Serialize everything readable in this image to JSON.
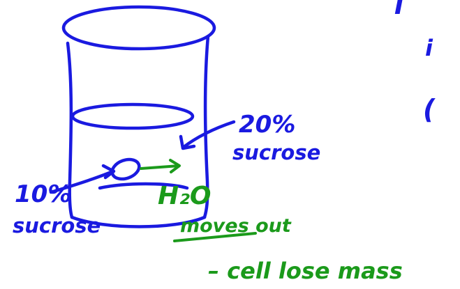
{
  "colors": {
    "ink_blue": "#1a1ae0",
    "ink_green": "#1b9a1b"
  },
  "labels": {
    "outside_percent": "20%",
    "outside_substance": "sucrose",
    "inside_percent": "10%",
    "inside_substance": "sucrose",
    "water": "H₂O",
    "moves_out": "moves out",
    "cell_loses_mass": "– cell lose mass",
    "cut_top": "I",
    "cut_mid": "i",
    "cut_low": "("
  }
}
